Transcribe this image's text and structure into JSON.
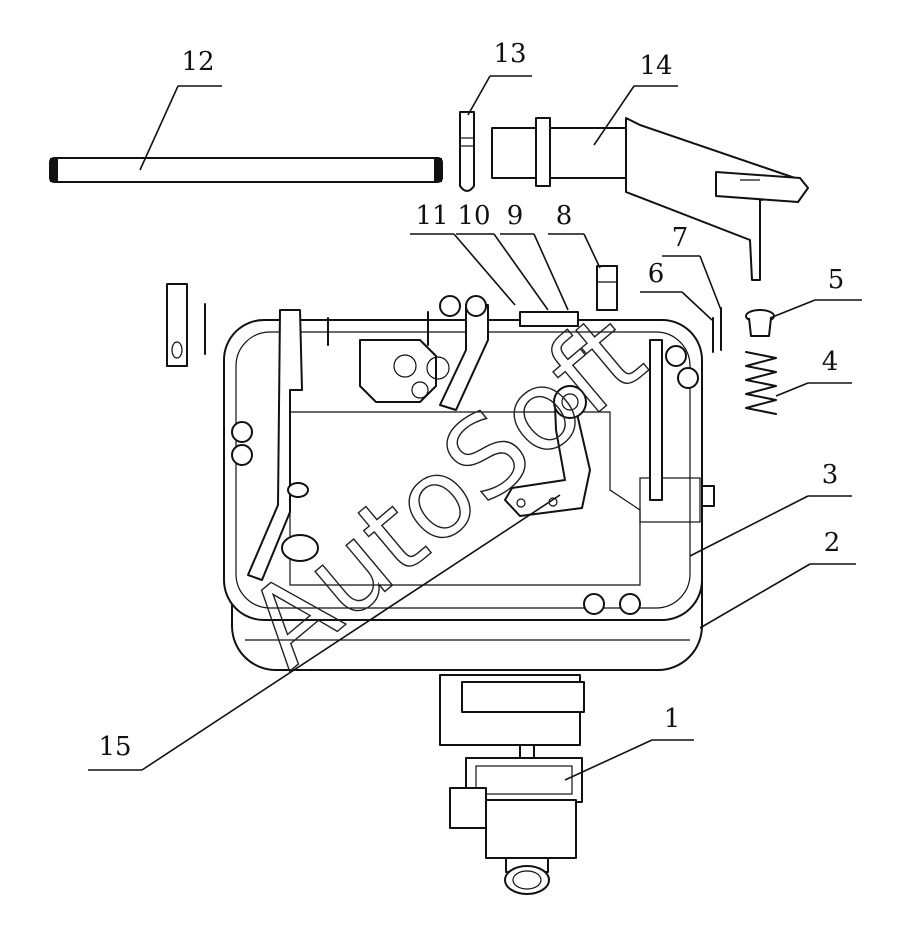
{
  "callouts": [
    {
      "id": "1",
      "label": "1"
    },
    {
      "id": "2",
      "label": "2"
    },
    {
      "id": "3",
      "label": "3"
    },
    {
      "id": "4",
      "label": "4"
    },
    {
      "id": "5",
      "label": "5"
    },
    {
      "id": "6",
      "label": "6"
    },
    {
      "id": "7",
      "label": "7"
    },
    {
      "id": "8",
      "label": "8"
    },
    {
      "id": "9",
      "label": "9"
    },
    {
      "id": "10",
      "label": "10"
    },
    {
      "id": "11",
      "label": "11"
    },
    {
      "id": "12",
      "label": "12"
    },
    {
      "id": "13",
      "label": "13"
    },
    {
      "id": "14",
      "label": "14"
    },
    {
      "id": "15",
      "label": "15"
    }
  ],
  "watermark": "AutoSoft"
}
